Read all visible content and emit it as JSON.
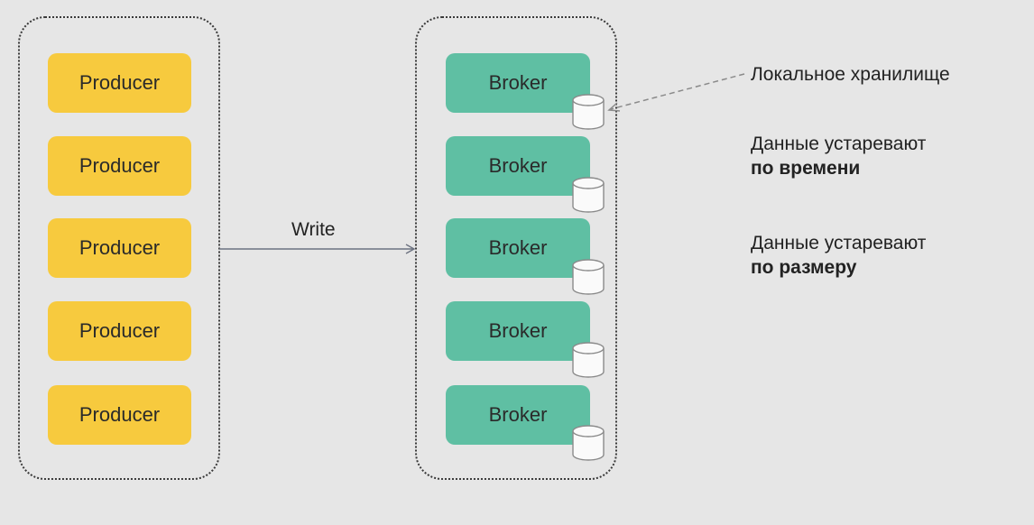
{
  "producers": [
    {
      "label": "Producer"
    },
    {
      "label": "Producer"
    },
    {
      "label": "Producer"
    },
    {
      "label": "Producer"
    },
    {
      "label": "Producer"
    }
  ],
  "brokers": [
    {
      "label": "Broker"
    },
    {
      "label": "Broker"
    },
    {
      "label": "Broker"
    },
    {
      "label": "Broker"
    },
    {
      "label": "Broker"
    }
  ],
  "edges": {
    "write_label": "Write"
  },
  "annotations": {
    "local_storage": "Локальное хранилище",
    "expire_time_line1": "Данные устаревают",
    "expire_time_line2": "по времени",
    "expire_size_line1": "Данные устаревают",
    "expire_size_line2": "по размеру"
  },
  "colors": {
    "producer": "#f7ca3e",
    "broker": "#5fbfa3",
    "background": "#e6e6e6"
  }
}
